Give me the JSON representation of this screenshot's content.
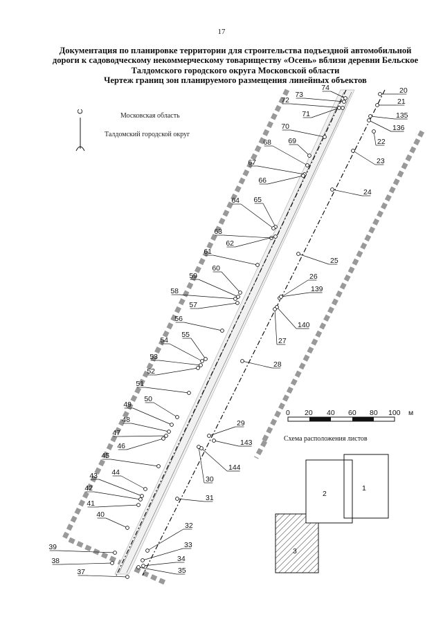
{
  "page_number": "17",
  "title_lines": [
    "Документация по планировке территории для строительства подъездной автомобильной",
    "дороги к садоводческому некоммерческому товариществу «Осень» вблизи деревни Бельское",
    "Талдомского городского округа Московской области",
    "Чертеж границ зон планируемого размещения линейных объектов"
  ],
  "region_labels": {
    "oblast": "Московская область",
    "okrug": "Талдомский городской округ"
  },
  "north_arrow": {
    "label": "С"
  },
  "scale_bar": {
    "ticks": [
      "0",
      "20",
      "40",
      "60",
      "80",
      "100"
    ],
    "unit": "м"
  },
  "scheme": {
    "title": "Схема расположения листов",
    "sheets": [
      "1",
      "2",
      "3"
    ]
  },
  "point_labels": [
    "20",
    "21",
    "135",
    "136",
    "22",
    "23",
    "24",
    "25",
    "26",
    "139",
    "140",
    "27",
    "28",
    "29",
    "143",
    "144",
    "30",
    "31",
    "32",
    "33",
    "34",
    "35",
    "74",
    "73",
    "72",
    "71",
    "70",
    "69",
    "68",
    "67",
    "66",
    "65",
    "64",
    "63",
    "62",
    "61",
    "60",
    "59",
    "58",
    "57",
    "56",
    "55",
    "54",
    "53",
    "52",
    "51",
    "50",
    "49",
    "48",
    "47",
    "46",
    "45",
    "44",
    "43",
    "42",
    "41",
    "40",
    "39",
    "38",
    "37"
  ]
}
